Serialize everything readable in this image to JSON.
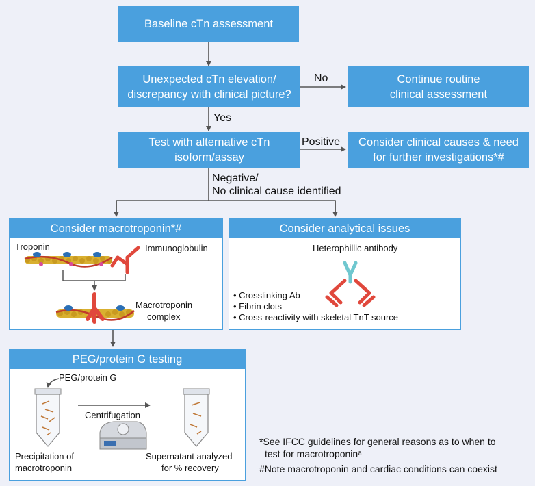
{
  "boxes": {
    "baseline": "Baseline cTn assessment",
    "unexpected_1": "Unexpected cTn elevation/",
    "unexpected_2": "discrepancy with clinical picture?",
    "continue_1": "Continue routine",
    "continue_2": "clinical assessment",
    "test_alt_1": "Test with alternative cTn",
    "test_alt_2": "isoform/assay",
    "clinical_causes_1": "Consider clinical causes & need",
    "clinical_causes_2": "for further investigations*#"
  },
  "edge_labels": {
    "no": "No",
    "yes": "Yes",
    "positive": "Positive",
    "negative_1": "Negative/",
    "negative_2": "No clinical cause identified"
  },
  "macro_panel": {
    "title": "Consider macrotroponin*#",
    "troponin": "Troponin",
    "immunoglobulin": "Immunoglobulin",
    "complex_1": "Macrotroponin",
    "complex_2": "complex"
  },
  "analytical_panel": {
    "title": "Consider analytical issues",
    "heterophilic": "Heterophillic antibody",
    "bullets": [
      "Crosslinking Ab",
      "Fibrin clots",
      "Cross-reactivity with skeletal TnT source"
    ]
  },
  "peg_panel": {
    "title": "PEG/protein G testing",
    "reagent": "PEG/protein G",
    "centrifugation": "Centrifugation",
    "precip_1": "Precipitation of",
    "precip_2": "macrotroponin",
    "supernatant_1": "Supernatant analyzed",
    "supernatant_2": "for % recovery"
  },
  "footnotes": {
    "note1_a": "*See IFCC guidelines for general reasons as to when to",
    "note1_b": "test for macrotroponin⁸",
    "note2": "#Note macrotroponin and cardiac conditions can coexist"
  },
  "colors": {
    "box": "#4aa0de",
    "background": "#eef0f8",
    "troponin_strand": "#d9b030",
    "troponin_blue": "#2a6fb5",
    "antibody_red": "#e0483c",
    "antibody_teal": "#6fc7cf"
  }
}
